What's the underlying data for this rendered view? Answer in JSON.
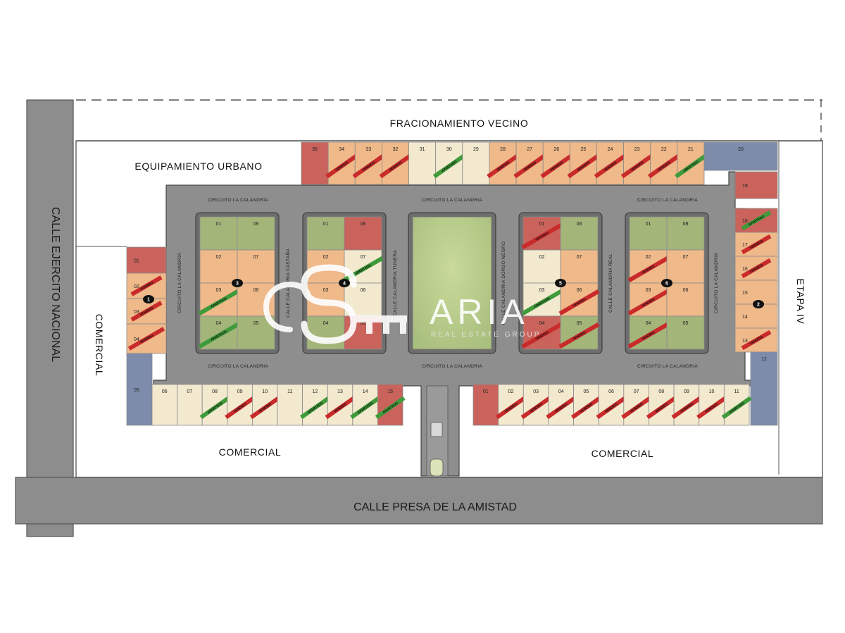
{
  "colors": {
    "available_green": "#a4b57a",
    "reserved_orange": "#efb98a",
    "sold_red": "#c9635c",
    "cream": "#f3e9cf",
    "common_blue": "#7d8cab",
    "road_gray": "#8d8d8d",
    "band_sold": "#c92b2b",
    "band_apartado": "#3f9a3a"
  },
  "labels": {
    "neighbor": "FRACIONAMIENTO VECINO",
    "equipamiento": "EQUIPAMIENTO URBANO",
    "calle_ejercito": "CALLE EJERCITO NACIONAL",
    "calle_presa": "CALLE PRESA DE LA AMISTAD",
    "comercial_left": "COMERCIAL",
    "comercial_bottom_left": "COMERCIAL",
    "comercial_bottom_right": "COMERCIAL",
    "etapa": "ETAPA IV",
    "circuito": "CIRCUITO LA CALANDRIA",
    "sold_band": "VENDIDO",
    "reserved_band": "APARTADO"
  },
  "streets": [
    {
      "id": "castana",
      "label": "CALLE CALANDRIA CASTAÑA"
    },
    {
      "id": "tunera",
      "label": "CALLE CALANDRIA TUNERA"
    },
    {
      "id": "dorso",
      "label": "CALLE CALANDRIA DORSO NEGRO"
    },
    {
      "id": "real",
      "label": "CALLE CALANDRIA REAL"
    }
  ],
  "logo": {
    "brand": "ARIA",
    "tagline": "REAL ESTATE GROUP"
  },
  "lots": {
    "top_row": [
      {
        "num": "35",
        "status": "sold",
        "band": ""
      },
      {
        "num": "34",
        "status": "reserved",
        "band": "sold"
      },
      {
        "num": "33",
        "status": "reserved",
        "band": "sold"
      },
      {
        "num": "32",
        "status": "reserved",
        "band": "sold"
      },
      {
        "num": "31",
        "status": "cream",
        "band": ""
      },
      {
        "num": "30",
        "status": "cream",
        "band": "reserved"
      },
      {
        "num": "29",
        "status": "cream",
        "band": ""
      },
      {
        "num": "28",
        "status": "reserved",
        "band": "sold"
      },
      {
        "num": "27",
        "status": "reserved",
        "band": "sold"
      },
      {
        "num": "26",
        "status": "reserved",
        "band": "sold"
      },
      {
        "num": "25",
        "status": "reserved",
        "band": "sold"
      },
      {
        "num": "24",
        "status": "reserved",
        "band": "sold"
      },
      {
        "num": "23",
        "status": "reserved",
        "band": "sold"
      },
      {
        "num": "22",
        "status": "reserved",
        "band": "sold"
      },
      {
        "num": "21",
        "status": "reserved",
        "band": "reserved"
      }
    ],
    "corner_right": [
      {
        "num": "20",
        "status": "common"
      },
      {
        "num": "19",
        "status": "sold"
      }
    ],
    "right_col": [
      {
        "num": "18",
        "status": "sold",
        "band": "reserved"
      },
      {
        "num": "17",
        "status": "reserved",
        "band": "sold"
      },
      {
        "num": "16",
        "status": "reserved",
        "band": "sold"
      },
      {
        "num": "15",
        "status": "reserved",
        "band": ""
      },
      {
        "num": "14",
        "status": "reserved",
        "band": ""
      },
      {
        "num": "13",
        "status": "reserved",
        "band": "sold"
      },
      {
        "num": "12",
        "status": "common",
        "band": ""
      }
    ],
    "left_col": [
      {
        "num": "01",
        "status": "sold",
        "band": ""
      },
      {
        "num": "02",
        "status": "reserved",
        "band": "sold"
      },
      {
        "num": "03",
        "status": "reserved",
        "band": "sold"
      },
      {
        "num": "04",
        "status": "reserved",
        "band": "sold"
      },
      {
        "num": "05",
        "status": "common",
        "band": ""
      }
    ],
    "bottom_left_row": [
      {
        "num": "06",
        "status": "cream",
        "band": ""
      },
      {
        "num": "07",
        "status": "cream",
        "band": ""
      },
      {
        "num": "08",
        "status": "cream",
        "band": "reserved"
      },
      {
        "num": "09",
        "status": "cream",
        "band": "sold"
      },
      {
        "num": "10",
        "status": "cream",
        "band": "sold"
      },
      {
        "num": "11",
        "status": "cream",
        "band": ""
      },
      {
        "num": "12",
        "status": "cream",
        "band": "reserved"
      },
      {
        "num": "13",
        "status": "cream",
        "band": "sold"
      },
      {
        "num": "14",
        "status": "cream",
        "band": "reserved"
      },
      {
        "num": "15",
        "status": "sold",
        "band": "reserved"
      }
    ],
    "bottom_right_row": [
      {
        "num": "01",
        "status": "sold",
        "band": ""
      },
      {
        "num": "02",
        "status": "cream",
        "band": "sold"
      },
      {
        "num": "03",
        "status": "cream",
        "band": "sold"
      },
      {
        "num": "04",
        "status": "cream",
        "band": "sold"
      },
      {
        "num": "05",
        "status": "cream",
        "band": "sold"
      },
      {
        "num": "06",
        "status": "cream",
        "band": "sold"
      },
      {
        "num": "07",
        "status": "cream",
        "band": "sold"
      },
      {
        "num": "08",
        "status": "cream",
        "band": "sold"
      },
      {
        "num": "09",
        "status": "cream",
        "band": "sold"
      },
      {
        "num": "10",
        "status": "cream",
        "band": "sold"
      },
      {
        "num": "11",
        "status": "cream",
        "band": "reserved"
      },
      {
        "num": "12",
        "status": "common",
        "band": "reserved"
      }
    ],
    "blocks": [
      {
        "marker": "3",
        "cells": [
          {
            "num": "01",
            "status": "available",
            "band": ""
          },
          {
            "num": "08",
            "status": "available",
            "band": ""
          },
          {
            "num": "02",
            "status": "reserved",
            "band": ""
          },
          {
            "num": "07",
            "status": "reserved",
            "band": ""
          },
          {
            "num": "03",
            "status": "reserved",
            "band": "reserved"
          },
          {
            "num": "06",
            "status": "reserved",
            "band": ""
          },
          {
            "num": "04",
            "status": "available",
            "band": "reserved"
          },
          {
            "num": "05",
            "status": "available",
            "band": ""
          }
        ]
      },
      {
        "marker": "4",
        "cells": [
          {
            "num": "01",
            "status": "available",
            "band": ""
          },
          {
            "num": "08",
            "status": "sold",
            "band": ""
          },
          {
            "num": "02",
            "status": "reserved",
            "band": ""
          },
          {
            "num": "07",
            "status": "cream",
            "band": "reserved"
          },
          {
            "num": "03",
            "status": "reserved",
            "band": ""
          },
          {
            "num": "06",
            "status": "cream",
            "band": ""
          },
          {
            "num": "04",
            "status": "available",
            "band": ""
          },
          {
            "num": "05",
            "status": "sold",
            "band": ""
          }
        ]
      },
      {
        "marker": "5",
        "cells": [
          {
            "num": "01",
            "status": "sold",
            "band": "sold"
          },
          {
            "num": "08",
            "status": "available",
            "band": ""
          },
          {
            "num": "02",
            "status": "cream",
            "band": ""
          },
          {
            "num": "07",
            "status": "reserved",
            "band": ""
          },
          {
            "num": "03",
            "status": "cream",
            "band": "reserved"
          },
          {
            "num": "06",
            "status": "reserved",
            "band": "sold"
          },
          {
            "num": "04",
            "status": "sold",
            "band": "sold"
          },
          {
            "num": "05",
            "status": "available",
            "band": "sold"
          }
        ]
      },
      {
        "marker": "6",
        "cells": [
          {
            "num": "01",
            "status": "available",
            "band": ""
          },
          {
            "num": "08",
            "status": "available",
            "band": ""
          },
          {
            "num": "02",
            "status": "reserved",
            "band": "sold"
          },
          {
            "num": "07",
            "status": "reserved",
            "band": ""
          },
          {
            "num": "03",
            "status": "reserved",
            "band": "sold"
          },
          {
            "num": "06",
            "status": "reserved",
            "band": ""
          },
          {
            "num": "04",
            "status": "available",
            "band": "sold"
          },
          {
            "num": "05",
            "status": "available",
            "band": ""
          }
        ]
      }
    ],
    "left_marker": "1",
    "right_marker": "2"
  }
}
